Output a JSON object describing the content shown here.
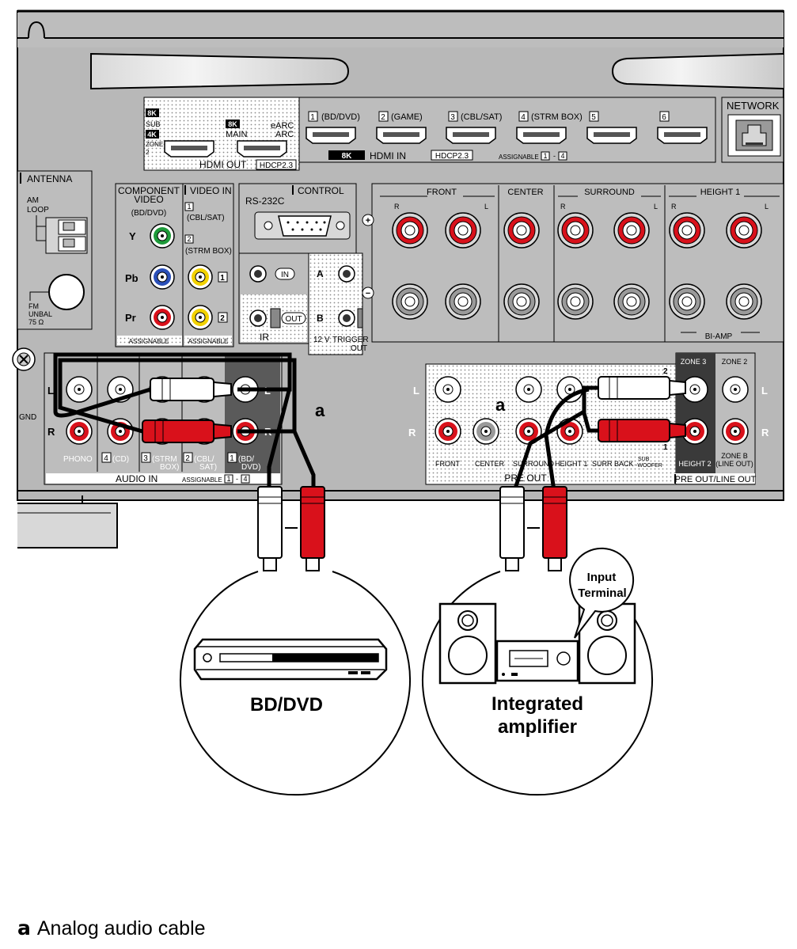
{
  "hdmi_out": {
    "res1": "8K",
    "sub": "SUB",
    "res2": "4K",
    "zone": "ZONE",
    "zone_num": "2",
    "main_res": "8K",
    "main": "MAIN",
    "earc": "eARC",
    "arc": "ARC",
    "label": "HDMI OUT",
    "hdcp": "HDCP2.3"
  },
  "hdmi_in": {
    "ports": [
      {
        "num": "1",
        "name": "(BD/DVD)"
      },
      {
        "num": "2",
        "name": "(GAME)"
      },
      {
        "num": "3",
        "name": "(CBL/SAT)"
      },
      {
        "num": "4",
        "name": "(STRM BOX)"
      },
      {
        "num": "5",
        "name": ""
      },
      {
        "num": "6",
        "name": ""
      }
    ],
    "res": "8K",
    "label": "HDMI IN",
    "hdcp": "HDCP2.3",
    "assignable": "ASSIGNABLE",
    "range_start": "1",
    "range_dash": "-",
    "range_end": "4"
  },
  "network": "NETWORK",
  "antenna": {
    "title": "ANTENNA",
    "am": "AM",
    "loop": "LOOP",
    "fm": "FM",
    "unbal": "UNBAL",
    "ohm": "75 Ω"
  },
  "component": {
    "title1": "COMPONENT",
    "title2": "VIDEO",
    "src": "(BD/DVD)",
    "y": "Y",
    "pb": "Pb",
    "pr": "Pr",
    "assignable": "ASSIGNABLE"
  },
  "video_in": {
    "title": "VIDEO IN",
    "n1": "1",
    "s1": "(CBL/SAT)",
    "n2": "2",
    "s2": "(STRM BOX)",
    "j1": "1",
    "j2": "2",
    "assignable": "ASSIGNABLE"
  },
  "rs232c": "RS-232C",
  "control": "CONTROL",
  "ir": {
    "in": "IN",
    "out": "OUT",
    "label": "IR"
  },
  "trigger": {
    "a": "A",
    "b": "B",
    "v": "12 V",
    "t": "TRIGGER",
    "out": "OUT"
  },
  "speakers": {
    "front": "FRONT",
    "center": "CENTER",
    "surround": "SURROUND",
    "height1": "HEIGHT 1",
    "r": "R",
    "l": "L",
    "biamp": "BI-AMP",
    "plus": "+",
    "minus": "−"
  },
  "audio_in": {
    "l": "L",
    "r": "R",
    "phono": "PHONO",
    "n4": "4",
    "cd": "(CD)",
    "n3": "3",
    "strm1": "(STRM",
    "strm2": "BOX)",
    "n2": "2",
    "cbl1": "(CBL/",
    "cbl2": "SAT)",
    "n1": "1",
    "bd1": "(BD/",
    "bd2": "DVD)",
    "label": "AUDIO IN",
    "assignable": "ASSIGNABLE",
    "range_start": "1",
    "range_dash": "-",
    "range_end": "4"
  },
  "gnd": "GND",
  "pre_out": {
    "l": "L",
    "r": "R",
    "front": "FRONT",
    "center": "CENTER",
    "surround": "SURROUND",
    "height1": "HEIGHT 1",
    "surrback": "SURR BACK",
    "sub1": "SUB",
    "sub2": "-WOOFER",
    "label": "PRE OUT",
    "n2": "2",
    "n1": "1"
  },
  "zones": {
    "zone3": "ZONE 3",
    "zone2": "ZONE 2",
    "height2": "HEIGHT 2",
    "zoneb1": "ZONE B",
    "zoneb2": "(LINE OUT)",
    "label": "PRE OUT/LINE OUT",
    "l": "L",
    "r": "R"
  },
  "cable_marker": "a",
  "devices": {
    "left": "BD/DVD",
    "right1": "Integrated",
    "right2": "amplifier",
    "bubble1": "Input",
    "bubble2": "Terminal"
  },
  "caption": {
    "marker": "a",
    "text": "Analog audio cable"
  },
  "colors": {
    "panel": "#b8b8b8",
    "panel_dark": "#5a5a5a",
    "red": "#d9111b",
    "green": "#1e9a3a",
    "blue": "#2a4fb8",
    "yellow": "#f2d200"
  }
}
